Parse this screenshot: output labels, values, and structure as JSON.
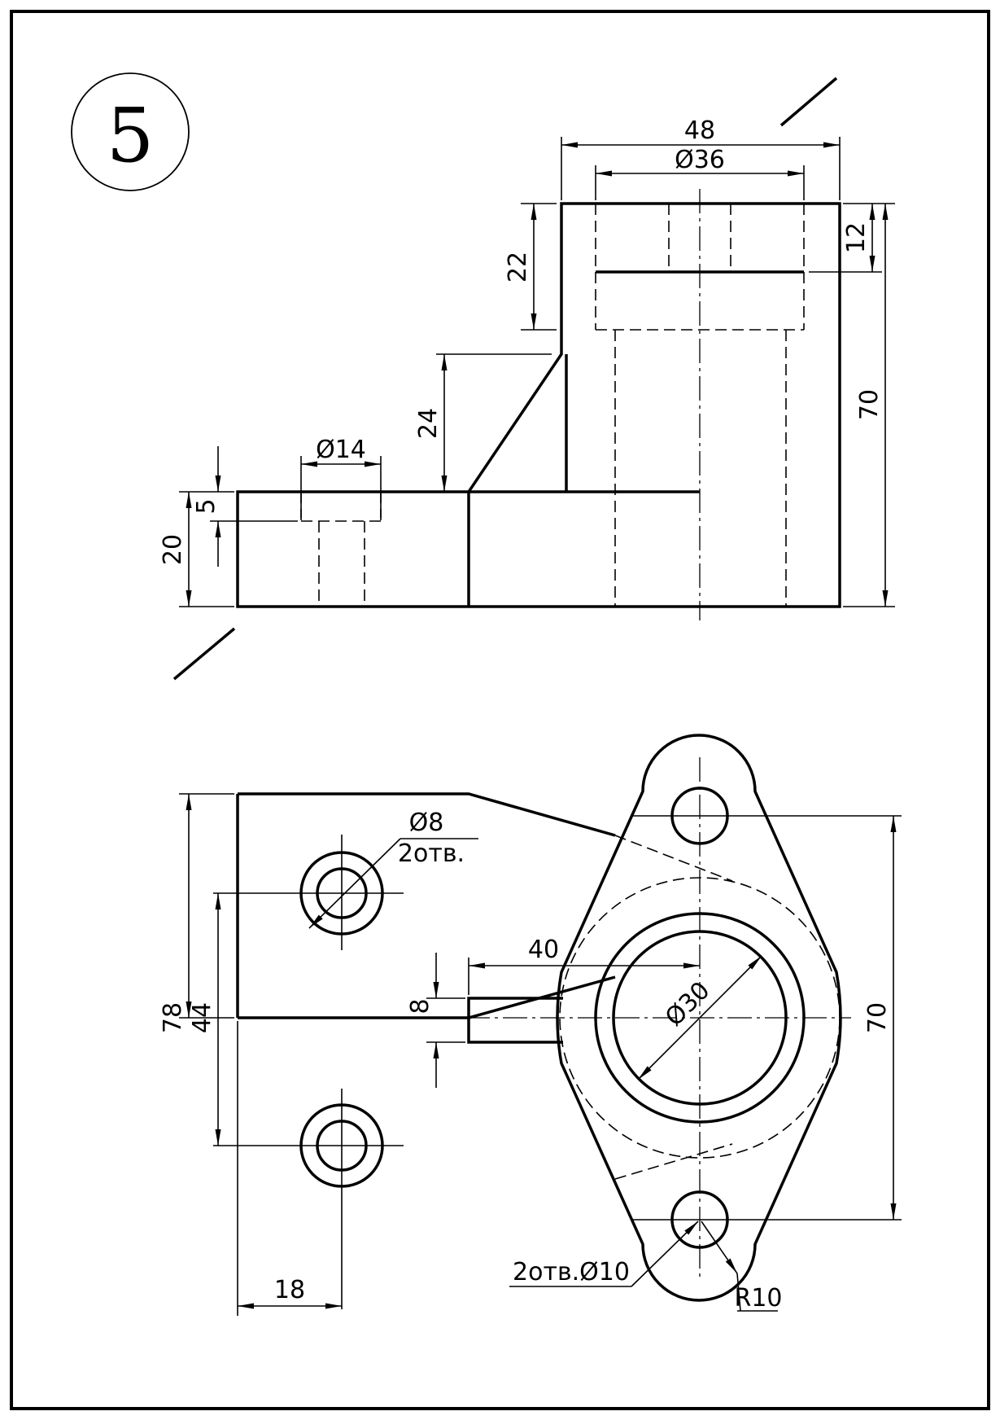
{
  "sheet": {
    "number": "5"
  },
  "front_view": {
    "dims": {
      "width_48": "48",
      "dia_36": "Ø36",
      "h_22": "22",
      "h_12": "12",
      "h_24": "24",
      "h_70": "70",
      "dia_14": "Ø14",
      "h_5": "5",
      "h_20": "20"
    }
  },
  "top_view": {
    "dims": {
      "dia_8": "Ø8",
      "holes_2": "2отв.",
      "len_40": "40",
      "h_8": "8",
      "dia_30": "Ø30",
      "h_78": "78",
      "h_44": "44",
      "h_70": "70",
      "w_18": "18",
      "holes_dia_10": "2отв.Ø10",
      "r_10": "R10"
    }
  }
}
